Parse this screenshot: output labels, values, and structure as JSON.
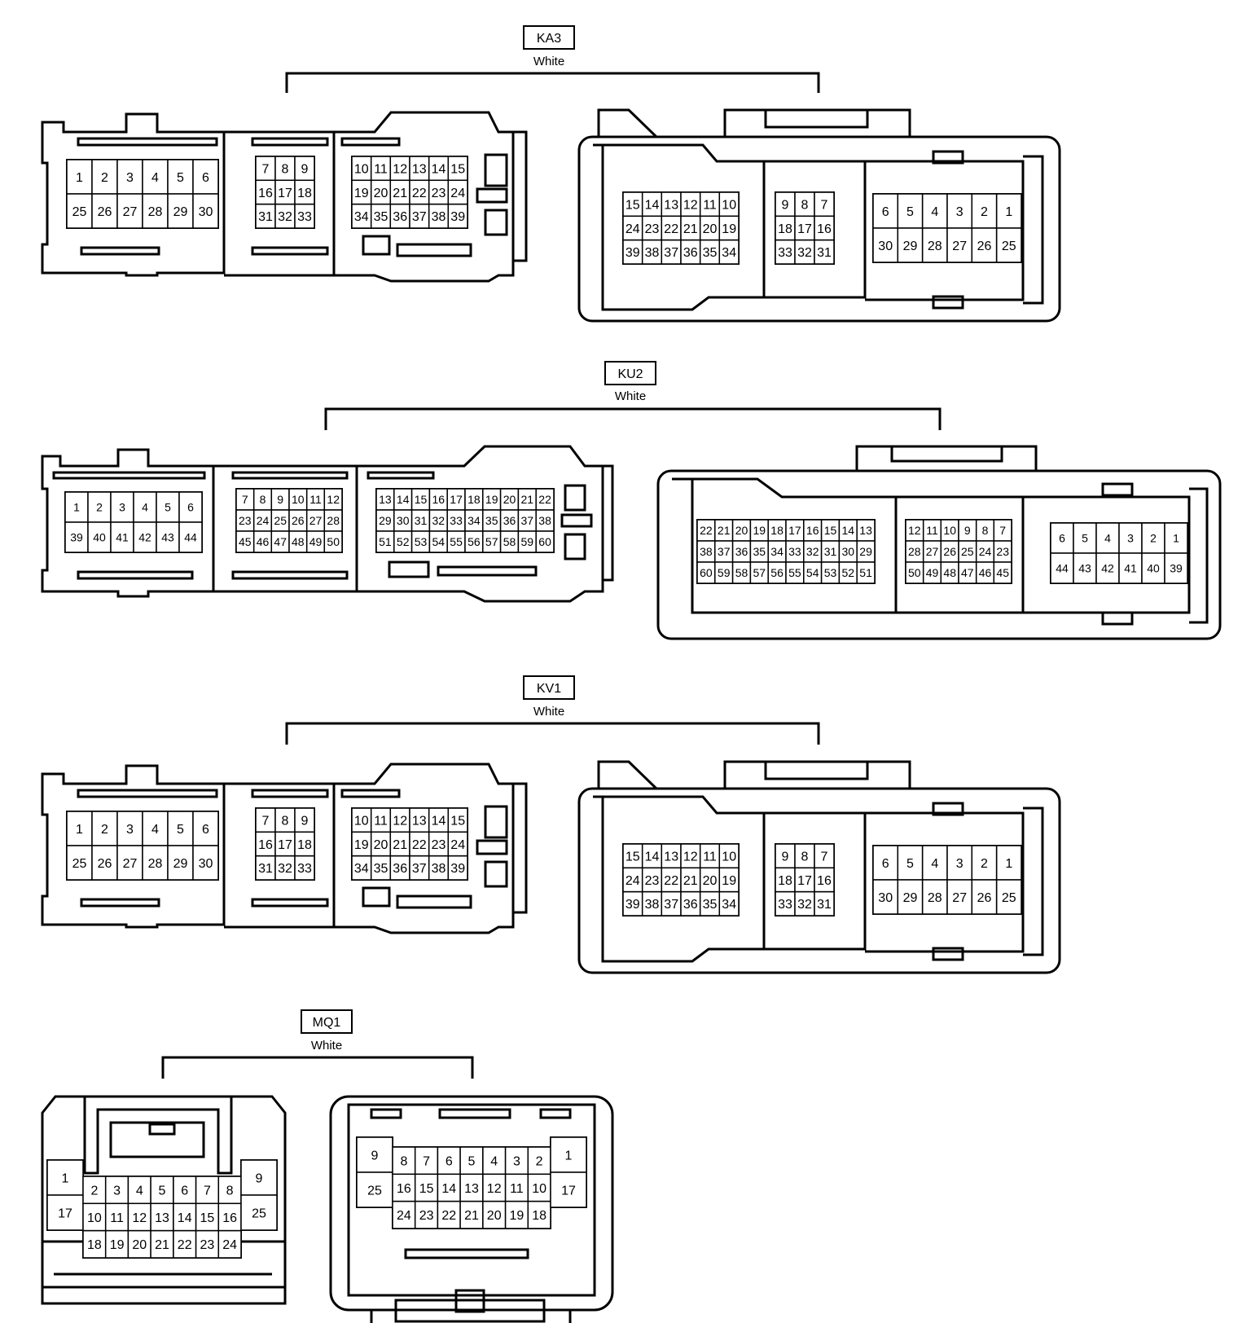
{
  "connectors": [
    {
      "id": "KA3",
      "color_label": "White",
      "left_pin_rows": [
        [
          [
            "1",
            "2",
            "3",
            "4",
            "5",
            "6"
          ],
          [
            "25",
            "26",
            "27",
            "28",
            "29",
            "30"
          ]
        ],
        [
          [
            "7",
            "8",
            "9"
          ],
          [
            "16",
            "17",
            "18"
          ],
          [
            "31",
            "32",
            "33"
          ]
        ],
        [
          [
            "10",
            "11",
            "12",
            "13",
            "14",
            "15"
          ],
          [
            "19",
            "20",
            "21",
            "22",
            "23",
            "24"
          ],
          [
            "34",
            "35",
            "36",
            "37",
            "38",
            "39"
          ]
        ]
      ],
      "right_pin_rows": [
        [
          [
            "15",
            "14",
            "13",
            "12",
            "11",
            "10"
          ],
          [
            "24",
            "23",
            "22",
            "21",
            "20",
            "19"
          ],
          [
            "39",
            "38",
            "37",
            "36",
            "35",
            "34"
          ]
        ],
        [
          [
            "9",
            "8",
            "7"
          ],
          [
            "18",
            "17",
            "16"
          ],
          [
            "33",
            "32",
            "31"
          ]
        ],
        [
          [
            "6",
            "5",
            "4",
            "3",
            "2",
            "1"
          ],
          [
            "30",
            "29",
            "28",
            "27",
            "26",
            "25"
          ]
        ]
      ]
    },
    {
      "id": "KU2",
      "color_label": "White",
      "left_pin_rows": [
        [
          [
            "1",
            "2",
            "3",
            "4",
            "5",
            "6"
          ],
          [
            "39",
            "40",
            "41",
            "42",
            "43",
            "44"
          ]
        ],
        [
          [
            "7",
            "8",
            "9",
            "10",
            "11",
            "12"
          ],
          [
            "23",
            "24",
            "25",
            "26",
            "27",
            "28"
          ],
          [
            "45",
            "46",
            "47",
            "48",
            "49",
            "50"
          ]
        ],
        [
          [
            "13",
            "14",
            "15",
            "16",
            "17",
            "18",
            "19",
            "20",
            "21",
            "22"
          ],
          [
            "29",
            "30",
            "31",
            "32",
            "33",
            "34",
            "35",
            "36",
            "37",
            "38"
          ],
          [
            "51",
            "52",
            "53",
            "54",
            "55",
            "56",
            "57",
            "58",
            "59",
            "60"
          ]
        ]
      ],
      "right_pin_rows": [
        [
          [
            "22",
            "21",
            "20",
            "19",
            "18",
            "17",
            "16",
            "15",
            "14",
            "13"
          ],
          [
            "38",
            "37",
            "36",
            "35",
            "34",
            "33",
            "32",
            "31",
            "30",
            "29"
          ],
          [
            "60",
            "59",
            "58",
            "57",
            "56",
            "55",
            "54",
            "53",
            "52",
            "51"
          ]
        ],
        [
          [
            "12",
            "11",
            "10",
            "9",
            "8",
            "7"
          ],
          [
            "28",
            "27",
            "26",
            "25",
            "24",
            "23"
          ],
          [
            "50",
            "49",
            "48",
            "47",
            "46",
            "45"
          ]
        ],
        [
          [
            "6",
            "5",
            "4",
            "3",
            "2",
            "1"
          ],
          [
            "44",
            "43",
            "42",
            "41",
            "40",
            "39"
          ]
        ]
      ]
    },
    {
      "id": "KV1",
      "color_label": "White",
      "left_pin_rows": [
        [
          [
            "1",
            "2",
            "3",
            "4",
            "5",
            "6"
          ],
          [
            "25",
            "26",
            "27",
            "28",
            "29",
            "30"
          ]
        ],
        [
          [
            "7",
            "8",
            "9"
          ],
          [
            "16",
            "17",
            "18"
          ],
          [
            "31",
            "32",
            "33"
          ]
        ],
        [
          [
            "10",
            "11",
            "12",
            "13",
            "14",
            "15"
          ],
          [
            "19",
            "20",
            "21",
            "22",
            "23",
            "24"
          ],
          [
            "34",
            "35",
            "36",
            "37",
            "38",
            "39"
          ]
        ]
      ],
      "right_pin_rows": [
        [
          [
            "15",
            "14",
            "13",
            "12",
            "11",
            "10"
          ],
          [
            "24",
            "23",
            "22",
            "21",
            "20",
            "19"
          ],
          [
            "39",
            "38",
            "37",
            "36",
            "35",
            "34"
          ]
        ],
        [
          [
            "9",
            "8",
            "7"
          ],
          [
            "18",
            "17",
            "16"
          ],
          [
            "33",
            "32",
            "31"
          ]
        ],
        [
          [
            "6",
            "5",
            "4",
            "3",
            "2",
            "1"
          ],
          [
            "30",
            "29",
            "28",
            "27",
            "26",
            "25"
          ]
        ]
      ]
    },
    {
      "id": "MQ1",
      "color_label": "White",
      "left_pins": {
        "outer_left": [
          "1",
          "17"
        ],
        "rows": [
          [
            "2",
            "3",
            "4",
            "5",
            "6",
            "7",
            "8"
          ],
          [
            "10",
            "11",
            "12",
            "13",
            "14",
            "15",
            "16"
          ],
          [
            "18",
            "19",
            "20",
            "21",
            "22",
            "23",
            "24"
          ]
        ],
        "outer_right": [
          "9",
          "25"
        ]
      },
      "right_pins": {
        "outer_left": [
          "9",
          "25"
        ],
        "rows": [
          [
            "8",
            "7",
            "6",
            "5",
            "4",
            "3",
            "2"
          ],
          [
            "16",
            "15",
            "14",
            "13",
            "12",
            "11",
            "10"
          ],
          [
            "24",
            "23",
            "22",
            "21",
            "20",
            "19",
            "18"
          ]
        ],
        "outer_right": [
          "1",
          "17"
        ]
      }
    }
  ]
}
